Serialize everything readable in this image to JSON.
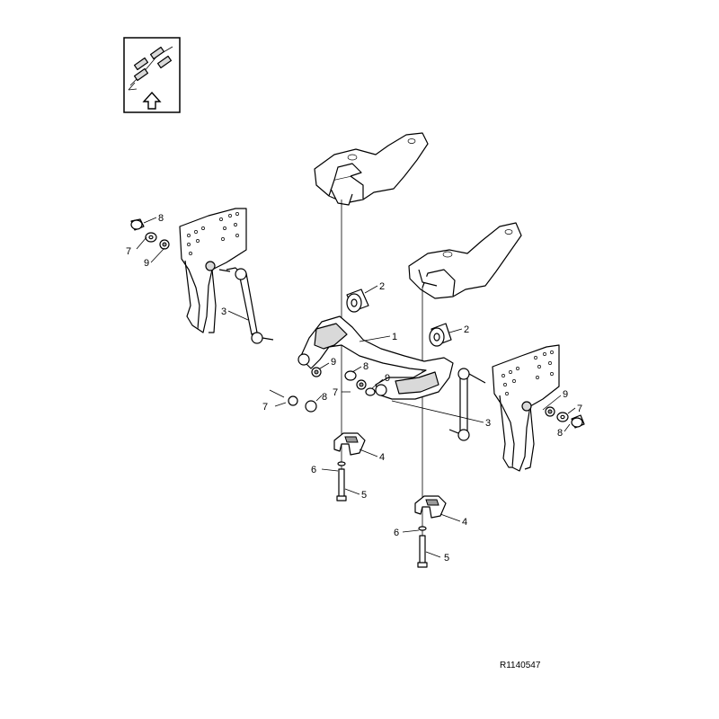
{
  "diagram": {
    "reference_code": "R1140547",
    "orientation_icon": "front-direction-arrow-icon",
    "callouts": {
      "c1": "1",
      "c2a": "2",
      "c2b": "2",
      "c3a": "3",
      "c3b": "3",
      "c4a": "4",
      "c4b": "4",
      "c5a": "5",
      "c5b": "5",
      "c6a": "6",
      "c6b": "6",
      "c7a": "7",
      "c7b": "7",
      "c7c": "7",
      "c7d": "7",
      "c8a": "8",
      "c8b": "8",
      "c8c": "8",
      "c8d": "8",
      "c9a": "9",
      "c9b": "9",
      "c9c": "9",
      "c9d": "9"
    }
  }
}
